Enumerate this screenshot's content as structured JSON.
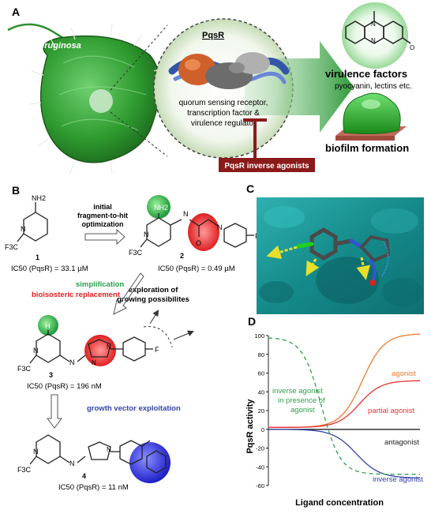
{
  "panel_a": {
    "label": "A",
    "organism": "P. aeruginosa",
    "protein": "PqsR",
    "description": [
      "quorum sensing receptor,",
      "transcription factor &",
      "virulence regulator"
    ],
    "output1_title": "virulence factors",
    "output1_sub": "pyocyanin, lectins etc.",
    "output2_title": "biofilm formation",
    "inhibitor_box": "PqsR inverse agonists",
    "colors": {
      "bacterium": "#2e8b2e",
      "arrow": "#3a9a3a",
      "inhibitor": "#8b1a1a",
      "dna": "#3355aa",
      "protein": "#d0602a"
    }
  },
  "panel_b": {
    "label": "B",
    "step1_text": [
      "initial",
      "fragment-to-hit",
      "optimization"
    ],
    "c1_num": "1",
    "c1_ic50": "IC50 (PqsR) = 33.1 µM",
    "c2_num": "2",
    "c2_ic50": "IC50 (PqsR) = 0.49 µM",
    "simplification": "simplification",
    "bioisosteric": "bioisosteric replacement",
    "exploration": [
      "exploration of",
      "growing possibilites"
    ],
    "c3_num": "3",
    "c3_ic50": "IC50 (PqsR) = 196 nM",
    "growth": "growth vector exploitation",
    "c4_num": "4",
    "c4_ic50": "IC50 (PqsR) = 11 nM",
    "atoms": {
      "nh2": "NH2",
      "cf3": "F3C",
      "n": "N",
      "h": "H",
      "nh": "N",
      "f": "F",
      "o": "O"
    },
    "colors": {
      "green": "#2aa14a",
      "red": "#e02020",
      "blue": "#3344aa"
    }
  },
  "panel_c": {
    "label": "C",
    "colors": {
      "surface": "#1a9a9a",
      "ligand": "#555555",
      "arrow": "#d4d020"
    }
  },
  "panel_d": {
    "label": "D",
    "ylabel": "PqsR activity",
    "xlabel": "Ligand concentration",
    "ticks": [
      "100",
      "80",
      "60",
      "40",
      "20",
      "0",
      "-20",
      "-40",
      "-60"
    ],
    "labels": {
      "agonist": "agonist",
      "partial": "partial agonist",
      "antagonist": "antagonist",
      "inverse": "inverse agonist",
      "inv_pres": [
        "inverse agonist",
        "in presence of",
        "agonist"
      ]
    }
  },
  "chart_data": {
    "type": "line",
    "xlabel": "Ligand concentration",
    "ylabel": "PqsR activity",
    "ylim": [
      -60,
      100
    ],
    "yticks": [
      100,
      80,
      60,
      40,
      20,
      0,
      -20,
      -40,
      -60
    ],
    "grid": false,
    "series": [
      {
        "name": "agonist",
        "color": "#f07a30",
        "style": "solid",
        "low": 2,
        "high": 102,
        "mid": 0.62,
        "k": 14
      },
      {
        "name": "partial agonist",
        "color": "#e83030",
        "style": "solid",
        "low": 2,
        "high": 52,
        "mid": 0.6,
        "k": 14
      },
      {
        "name": "antagonist",
        "color": "#222222",
        "style": "solid",
        "low": 0,
        "high": 0,
        "mid": 0.5,
        "k": 10
      },
      {
        "name": "inverse agonist",
        "color": "#3344aa",
        "style": "solid",
        "low": 0,
        "high": -52,
        "mid": 0.58,
        "k": 13
      },
      {
        "name": "inverse agonist in presence of agonist",
        "color": "#2aa14a",
        "style": "dashed",
        "low": 98,
        "high": -48,
        "mid": 0.35,
        "k": 16
      }
    ]
  }
}
